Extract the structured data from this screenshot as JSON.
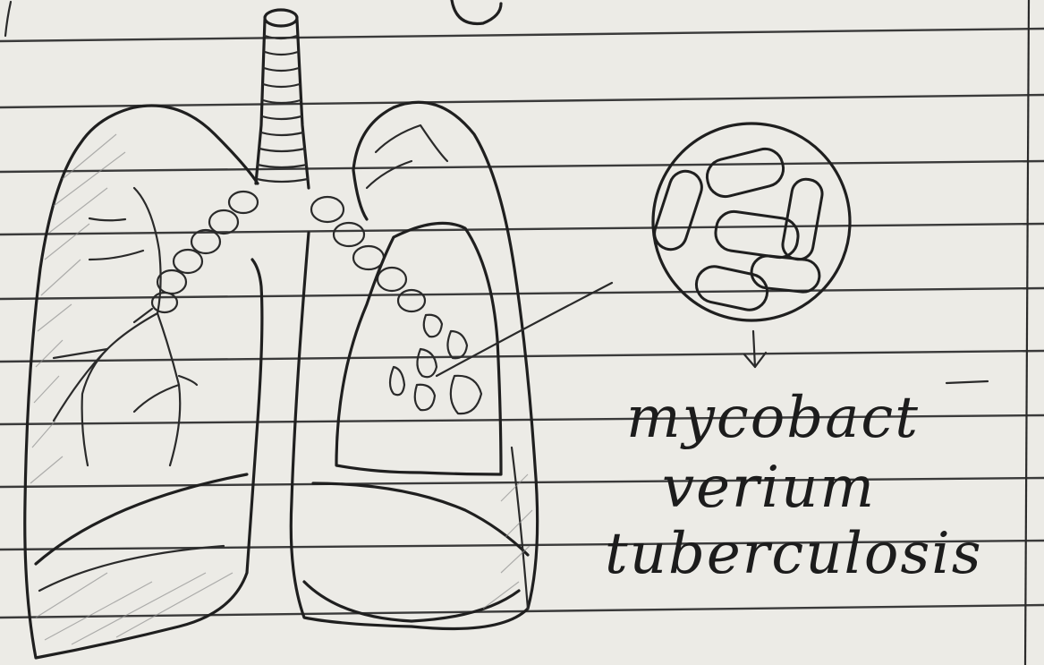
{
  "diagram": {
    "label_lines": [
      "mycobact",
      "verium",
      "tuberculosis"
    ],
    "ink_color": "#1f1f1f",
    "paper_color": "#ecebe6",
    "rule_color": "#3a3a3a"
  }
}
